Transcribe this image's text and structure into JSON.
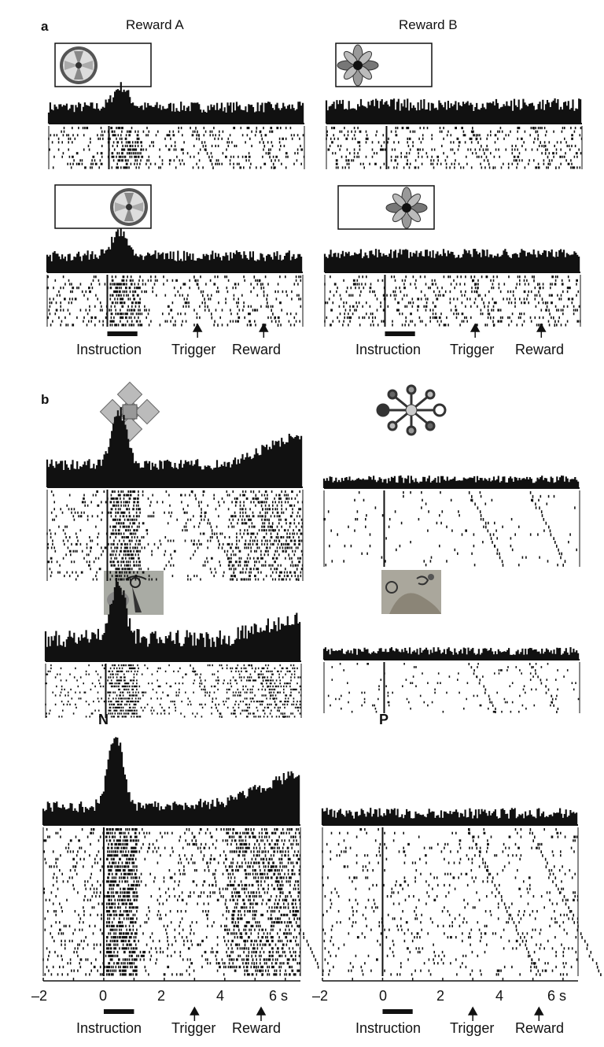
{
  "figure": {
    "panel_a": {
      "label": "a",
      "columns": [
        {
          "title": "Reward A",
          "stimulus_icon": "target-wheel-icon"
        },
        {
          "title": "Reward B",
          "stimulus_icon": "flower-icon"
        }
      ],
      "events": [
        "Instruction",
        "Trigger",
        "Reward"
      ]
    },
    "panel_b": {
      "label": "b",
      "stimulus_icons": [
        "diamond-cluster-icon",
        "radial-dots-icon",
        "abstract-picture-icon",
        "abstract-picture-icon"
      ],
      "conditions": [
        "N",
        "P"
      ],
      "events": [
        "Instruction",
        "Trigger",
        "Reward"
      ]
    },
    "x_axis": {
      "ticks": [
        "–2",
        "0",
        "2",
        "4",
        "6 s"
      ],
      "range": [
        -2,
        6.5
      ],
      "instruction_bar": [
        0,
        1
      ]
    },
    "colors": {
      "ink": "#111111",
      "stimulus_gray": "#999999",
      "picture_bg": "#a9aba4"
    }
  }
}
